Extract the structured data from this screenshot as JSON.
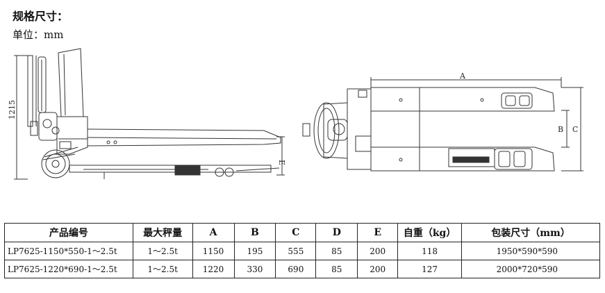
{
  "header": {
    "title": "规格尺寸：",
    "unit": "单位：mm"
  },
  "drawing": {
    "side_height_label": "1215",
    "dim_A": "A",
    "dim_B": "B",
    "dim_C": "C",
    "dim_E": "E"
  },
  "table": {
    "headers": [
      "产品编号",
      "最大秤量",
      "A",
      "B",
      "C",
      "D",
      "E",
      "自重（kg）",
      "包装尺寸（mm）"
    ],
    "rows": [
      [
        "LP7625-1150*550-1～2.5t",
        "1～2.5t",
        "1150",
        "195",
        "555",
        "85",
        "200",
        "118",
        "1950*590*590"
      ],
      [
        "LP7625-1220*690-1～2.5t",
        "1～2.5t",
        "1220",
        "330",
        "690",
        "85",
        "200",
        "127",
        "2000*720*590"
      ]
    ]
  }
}
